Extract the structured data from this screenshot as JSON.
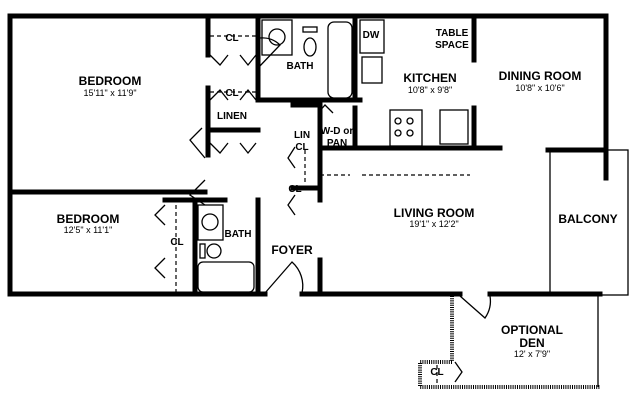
{
  "rooms": {
    "bedroom1": {
      "label": "BEDROOM",
      "dims": "15'11\" x 11'9\""
    },
    "bedroom2": {
      "label": "BEDROOM",
      "dims": "12'5\" x 11'1\""
    },
    "bath1": {
      "label": "BATH"
    },
    "bath2": {
      "label": "BATH"
    },
    "kitchen": {
      "label": "KITCHEN",
      "dims": "10'8\" x 9'8\""
    },
    "dining": {
      "label": "DINING ROOM",
      "dims": "10'8\" x 10'6\""
    },
    "living": {
      "label": "LIVING ROOM",
      "dims": "19'1\" x 12'2\""
    },
    "foyer": {
      "label": "FOYER"
    },
    "balcony": {
      "label": "BALCONY"
    },
    "den": {
      "label1": "OPTIONAL",
      "label2": "DEN",
      "dims": "12' x 7'9\""
    }
  },
  "fixtures": {
    "dw": "DW",
    "table1": "TABLE",
    "table2": "SPACE",
    "linen": "LINEN",
    "lin1": "LIN",
    "lin2": "CL",
    "wd1": "W-D or",
    "wd2": "PAN",
    "cl": "CL"
  }
}
